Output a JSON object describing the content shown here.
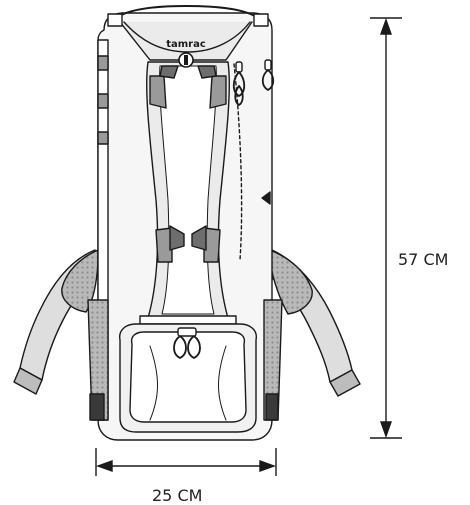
{
  "brand": {
    "logo_text": "tamrac"
  },
  "dimensions": {
    "height_label": "57 CM",
    "width_label": "25 CM"
  },
  "colors": {
    "outline": "#1a1a1a",
    "body": "#f6f6f6",
    "panel": "#ebebeb",
    "mesh": "#b4b4b4",
    "strap": "#dedede",
    "accent_dark": "#6e6e6e",
    "accent_mid": "#9a9a9a"
  }
}
